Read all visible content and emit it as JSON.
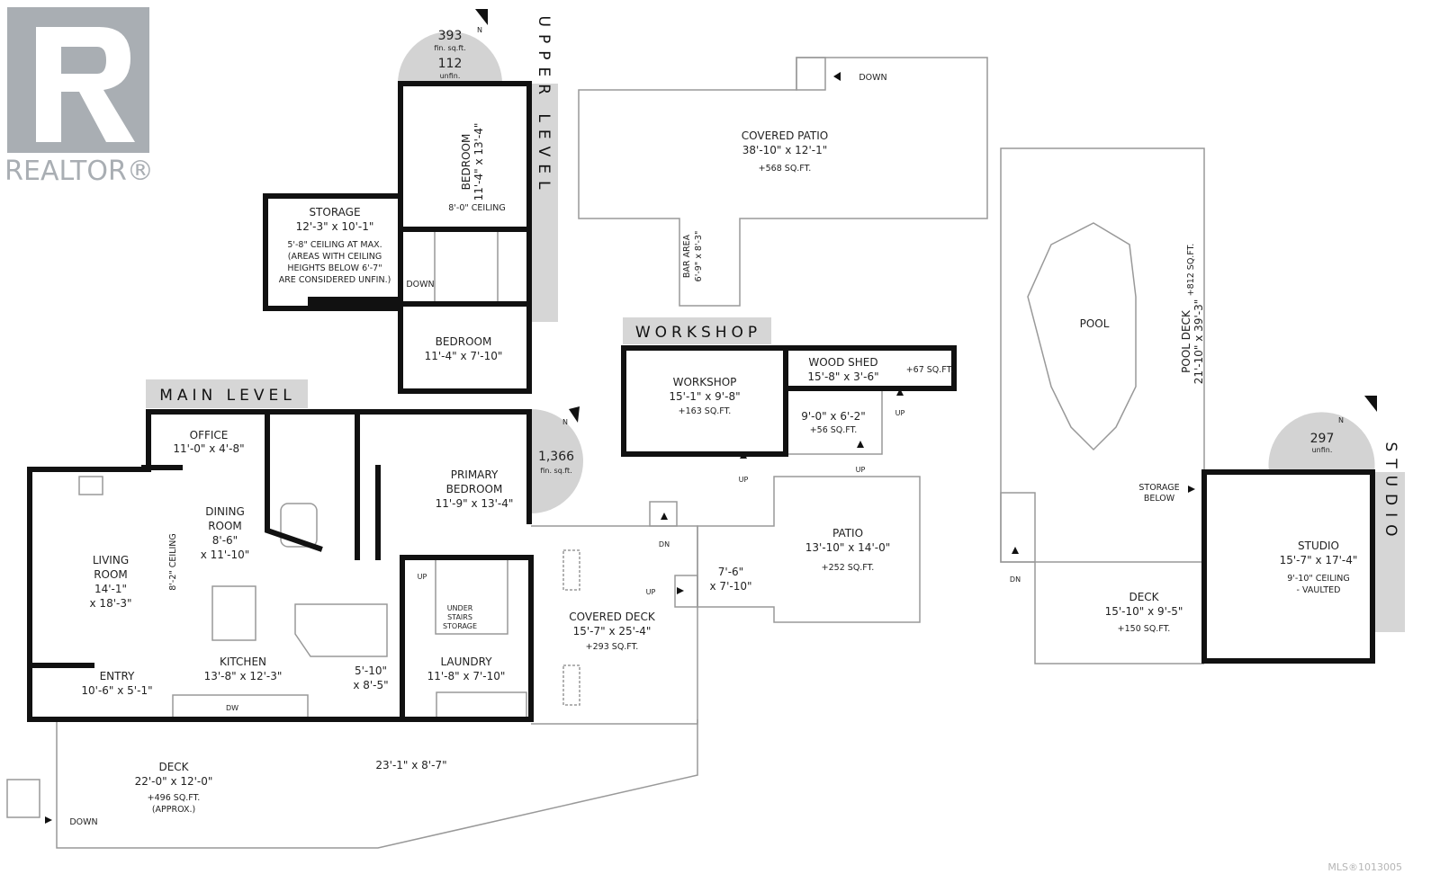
{
  "logo": {
    "text": "REALTOR®"
  },
  "levels": {
    "upper": "UPPER LEVEL",
    "main": "MAIN LEVEL",
    "workshop": "WORKSHOP",
    "studio": "STUDIO"
  },
  "compass": {
    "upper": {
      "fin": "393",
      "fin_label": "fin. sq.ft.",
      "unfin": "112",
      "unfin_label": "unfin.",
      "north": "N"
    },
    "main": {
      "fin": "1,366",
      "fin_label": "fin. sq.ft.",
      "north": "N"
    },
    "studio": {
      "unfin": "297",
      "unfin_label": "unfin.",
      "north": "N"
    }
  },
  "rooms": {
    "upper_bedroom1": {
      "name": "BEDROOM",
      "dims": "11'-4\" x 13'-4\"",
      "note": "8'-0\" CEILING"
    },
    "storage": {
      "name": "STORAGE",
      "dims": "12'-3\" x 10'-1\"",
      "note1": "5'-8\" CEILING AT MAX.",
      "note2": "(AREAS WITH CEILING",
      "note3": "HEIGHTS BELOW 6'-7\"",
      "note4": "ARE CONSIDERED UNFIN.)"
    },
    "upper_bedroom2": {
      "name": "BEDROOM",
      "dims": "11'-4\" x 7'-10\""
    },
    "office": {
      "name": "OFFICE",
      "dims": "11'-0\" x 4'-8\""
    },
    "dining": {
      "name1": "DINING",
      "name2": "ROOM",
      "dims1": "8'-6\"",
      "dims2": "x 11'-10\""
    },
    "living": {
      "name1": "LIVING",
      "name2": "ROOM",
      "dims1": "14'-1\"",
      "dims2": "x 18'-3\"",
      "ceiling": "8'-2\" CEILING"
    },
    "primary": {
      "name1": "PRIMARY",
      "name2": "BEDROOM",
      "dims": "11'-9\" x 13'-4\""
    },
    "kitchen": {
      "name": "KITCHEN",
      "dims": "13'-8\" x 12'-3\"",
      "dw": "DW"
    },
    "entry": {
      "name": "ENTRY",
      "dims": "10'-6\" x 5'-1\""
    },
    "hall": {
      "dims1": "5'-10\"",
      "dims2": "x 8'-5\""
    },
    "laundry": {
      "name": "LAUNDRY",
      "dims": "11'-8\" x 7'-10\""
    },
    "under_stairs": {
      "l1": "UNDER",
      "l2": "STAIRS",
      "l3": "STORAGE"
    },
    "deck_main": {
      "name": "DECK",
      "dims": "22'-0\" x 12'-0\"",
      "area": "+496 SQ.FT.",
      "note": "(APPROX.)",
      "dims2": "23'-1\" x 8'-7\""
    },
    "covered_deck": {
      "name": "COVERED DECK",
      "dims": "15'-7\" x 25'-4\"",
      "area": "+293 SQ.FT."
    },
    "covered_patio": {
      "name": "COVERED PATIO",
      "dims": "38'-10\" x 12'-1\"",
      "area": "+568 SQ.FT."
    },
    "bar": {
      "name": "BAR AREA",
      "dims": "6'-9\" x 8'-3\""
    },
    "workshop": {
      "name": "WORKSHOP",
      "dims": "15'-1\" x 9'-8\"",
      "area": "+163 SQ.FT."
    },
    "wood_shed": {
      "name": "WOOD SHED",
      "dims": "15'-8\" x 3'-6\"",
      "area": "+67 SQ.FT."
    },
    "shed_area": {
      "dims": "9'-0\" x 6'-2\"",
      "area": "+56 SQ.FT."
    },
    "patio": {
      "name": "PATIO",
      "dims": "13'-10\" x 14'-0\"",
      "area": "+252 SQ.FT."
    },
    "landing": {
      "dims1": "7'-6\"",
      "dims2": "x 7'-10\""
    },
    "pool": {
      "name": "POOL"
    },
    "pool_deck": {
      "name": "POOL DECK",
      "dims": "21'-10\" x 39'-3\"",
      "area": "+812 SQ.FT."
    },
    "storage_below": {
      "l1": "STORAGE",
      "l2": "BELOW"
    },
    "studio_deck": {
      "name": "DECK",
      "dims": "15'-10\" x 9'-5\"",
      "area": "+150 SQ.FT."
    },
    "studio": {
      "name": "STUDIO",
      "dims": "15'-7\" x 17'-4\"",
      "note1": "9'-10\" CEILING",
      "note2": "- VAULTED"
    }
  },
  "stairs": {
    "down": "DOWN",
    "up": "UP",
    "dn": "DN"
  },
  "mls": "MLS®1013005"
}
